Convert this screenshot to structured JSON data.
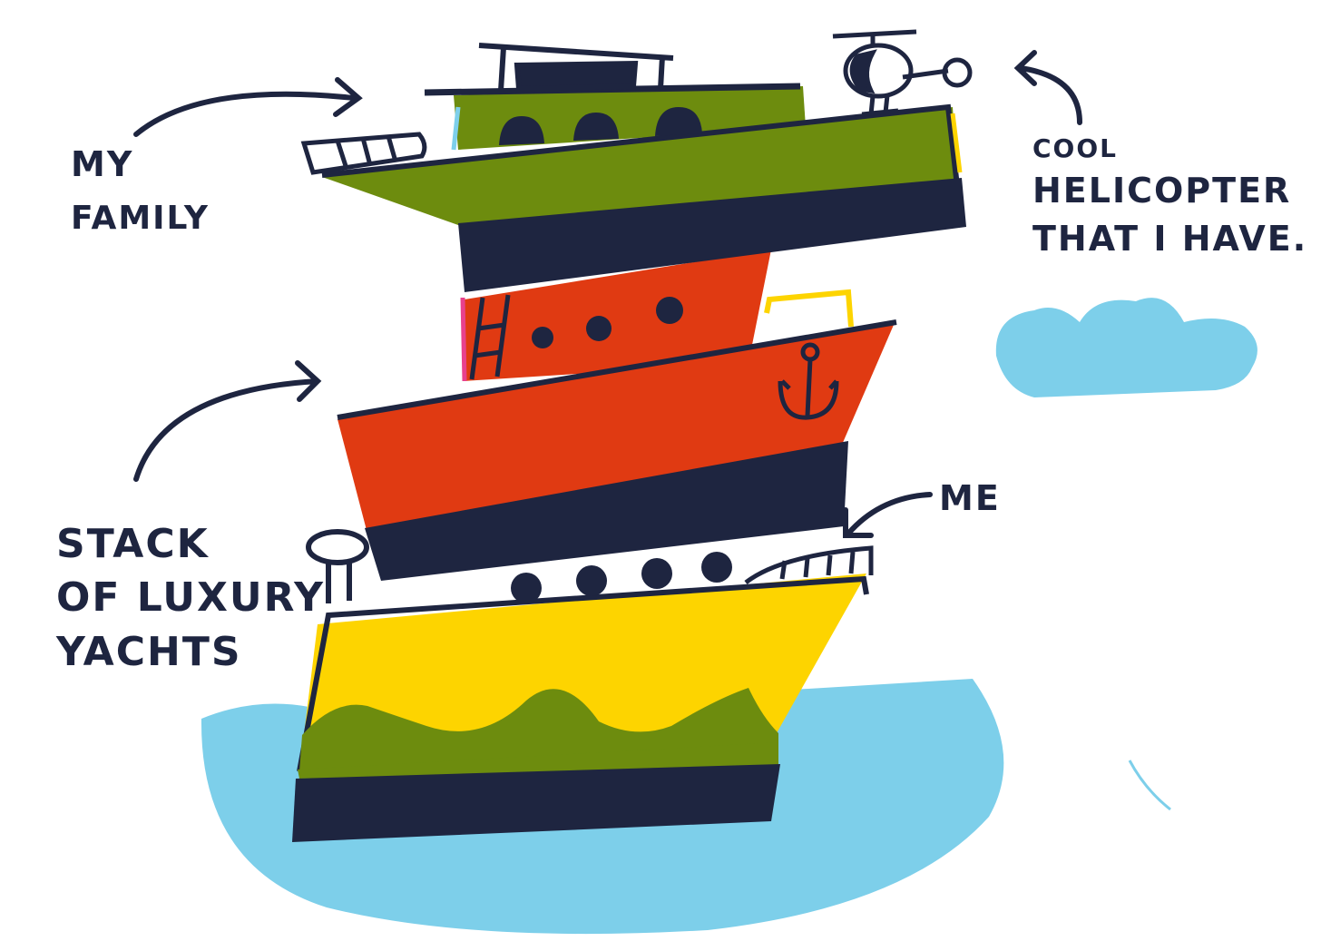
{
  "labels": {
    "family": [
      "MY",
      "FAMILY"
    ],
    "helicopter": [
      "COOL",
      "HELICOPTER",
      "THAT I HAVE."
    ],
    "stack": [
      "STACK",
      "OF LUXURY",
      "YACHTS"
    ],
    "me": "ME"
  },
  "colors": {
    "ink": "#1e2540",
    "green": "#6d8c0e",
    "red": "#e03a12",
    "yellow": "#fdd400",
    "sky_blue": "#7dcfea",
    "pink": "#e8418d",
    "white": "#ffffff"
  },
  "icons": [
    "helicopter-icon",
    "anchor-icon",
    "cloud-icon",
    "wave-icon",
    "arrow-icon"
  ]
}
